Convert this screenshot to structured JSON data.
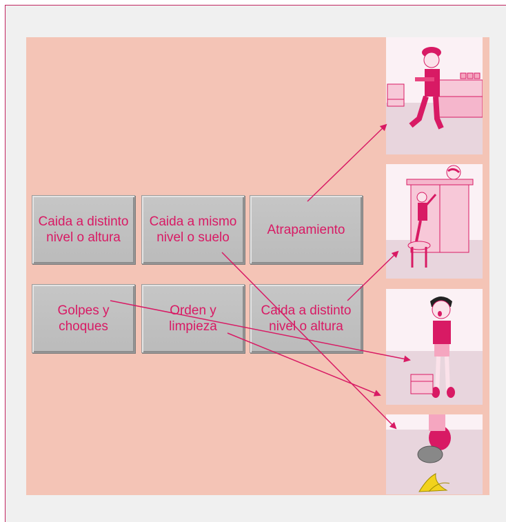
{
  "buttons": [
    {
      "label": "Caida a distinto nivel o altura"
    },
    {
      "label": "Caida a mismo nivel o suelo"
    },
    {
      "label": "Atrapamiento"
    },
    {
      "label": "Golpes y choques"
    },
    {
      "label": "Orden y limpieza"
    },
    {
      "label": "Caida a distinto nivel o altura"
    }
  ],
  "images": [
    {
      "icon": "conveyor-worker-illustration"
    },
    {
      "icon": "girl-climbing-stool-illustration"
    },
    {
      "icon": "boy-bumping-box-illustration"
    },
    {
      "icon": "banana-peel-slip-illustration"
    }
  ],
  "colors": {
    "accent": "#d81a64",
    "panel": "#f4c4b6",
    "button": "#c0c0c0"
  }
}
